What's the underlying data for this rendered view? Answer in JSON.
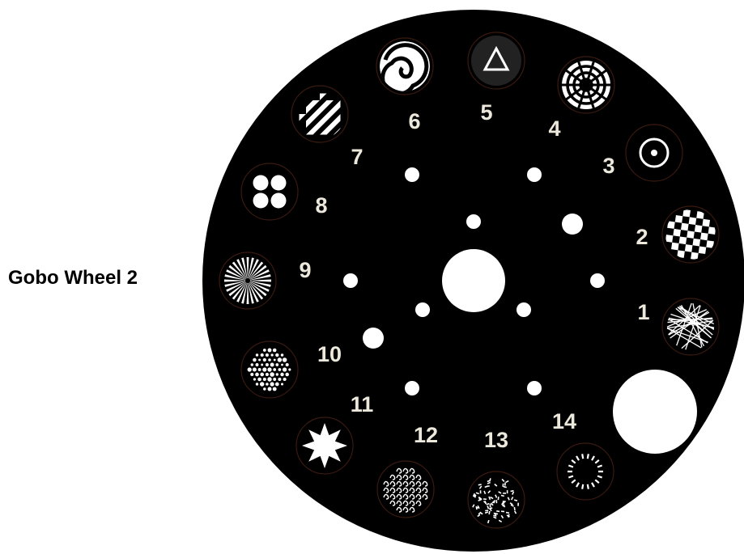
{
  "title": "Gobo Wheel 2",
  "colors": {
    "disc": "#000000",
    "hole": "#ffffff",
    "label": "#ece8dc",
    "gobo_rim": "#3a1a10"
  },
  "gobos": [
    {
      "label": "1",
      "pattern": "scribble-lines-icon"
    },
    {
      "label": "2",
      "pattern": "grid-mesh-icon"
    },
    {
      "label": "3",
      "pattern": "ring-dot-icon"
    },
    {
      "label": "4",
      "pattern": "radial-web-icon"
    },
    {
      "label": "5",
      "pattern": "triangle-icon"
    },
    {
      "label": "6",
      "pattern": "spiral-icon"
    },
    {
      "label": "7",
      "pattern": "triangle-mosaic-icon"
    },
    {
      "label": "8",
      "pattern": "four-dots-icon"
    },
    {
      "label": "9",
      "pattern": "starburst-rays-icon"
    },
    {
      "label": "10",
      "pattern": "dot-field-icon"
    },
    {
      "label": "11",
      "pattern": "cog-star-icon"
    },
    {
      "label": "12",
      "pattern": "swirl-pattern-icon"
    },
    {
      "label": "13",
      "pattern": "fractured-texture-icon"
    },
    {
      "label": "14",
      "pattern": "dash-ring-icon"
    }
  ]
}
